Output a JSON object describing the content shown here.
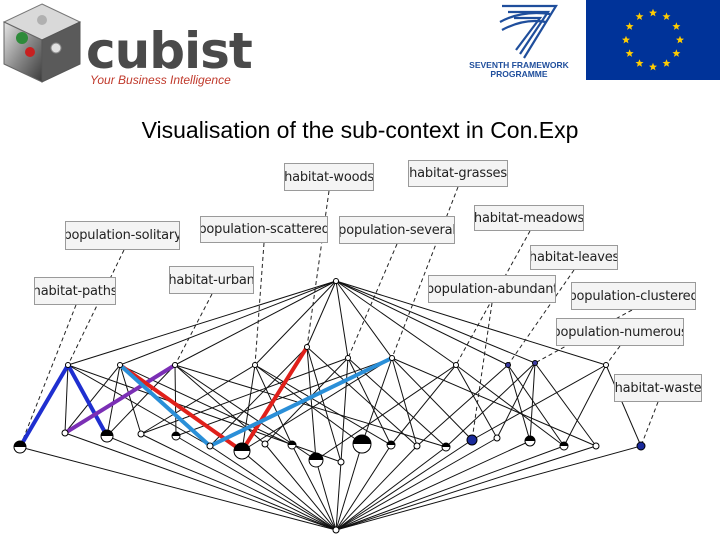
{
  "header": {
    "brand_name": "cubist",
    "brand_tagline": "Your Business Intelligence",
    "fp7_line1": "SEVENTH FRAMEWORK",
    "fp7_line2": "PROGRAMME",
    "colors": {
      "brand_dark": "#4a4a4a",
      "brand_red": "#c0392b",
      "fp7_blue": "#1f4e9c",
      "eu_blue": "#003399",
      "eu_gold": "#ffcc00"
    }
  },
  "title": "Visualisation of the sub-context in Con.Exp",
  "labels": [
    {
      "id": "habitat-woods",
      "text": "habitat-woods"
    },
    {
      "id": "habitat-grasses",
      "text": "habitat-grasses"
    },
    {
      "id": "population-solitary",
      "text": "population-solitary"
    },
    {
      "id": "population-scattered",
      "text": "population-scattered"
    },
    {
      "id": "population-several",
      "text": "population-several"
    },
    {
      "id": "habitat-meadows",
      "text": "habitat-meadows"
    },
    {
      "id": "habitat-leaves",
      "text": "habitat-leaves"
    },
    {
      "id": "habitat-paths",
      "text": "habitat-paths"
    },
    {
      "id": "habitat-urban",
      "text": "habitat-urban"
    },
    {
      "id": "population-abundant",
      "text": "population-abundant"
    },
    {
      "id": "population-clustered",
      "text": "population-clustered"
    },
    {
      "id": "population-numerous",
      "text": "population-numerous"
    },
    {
      "id": "habitat-waste",
      "text": "habitat-waste"
    }
  ],
  "highlight_colors": {
    "blue": "#1f2fd0",
    "purple": "#7b2fb5",
    "red": "#e0201a",
    "cyan": "#2a8fd8"
  }
}
